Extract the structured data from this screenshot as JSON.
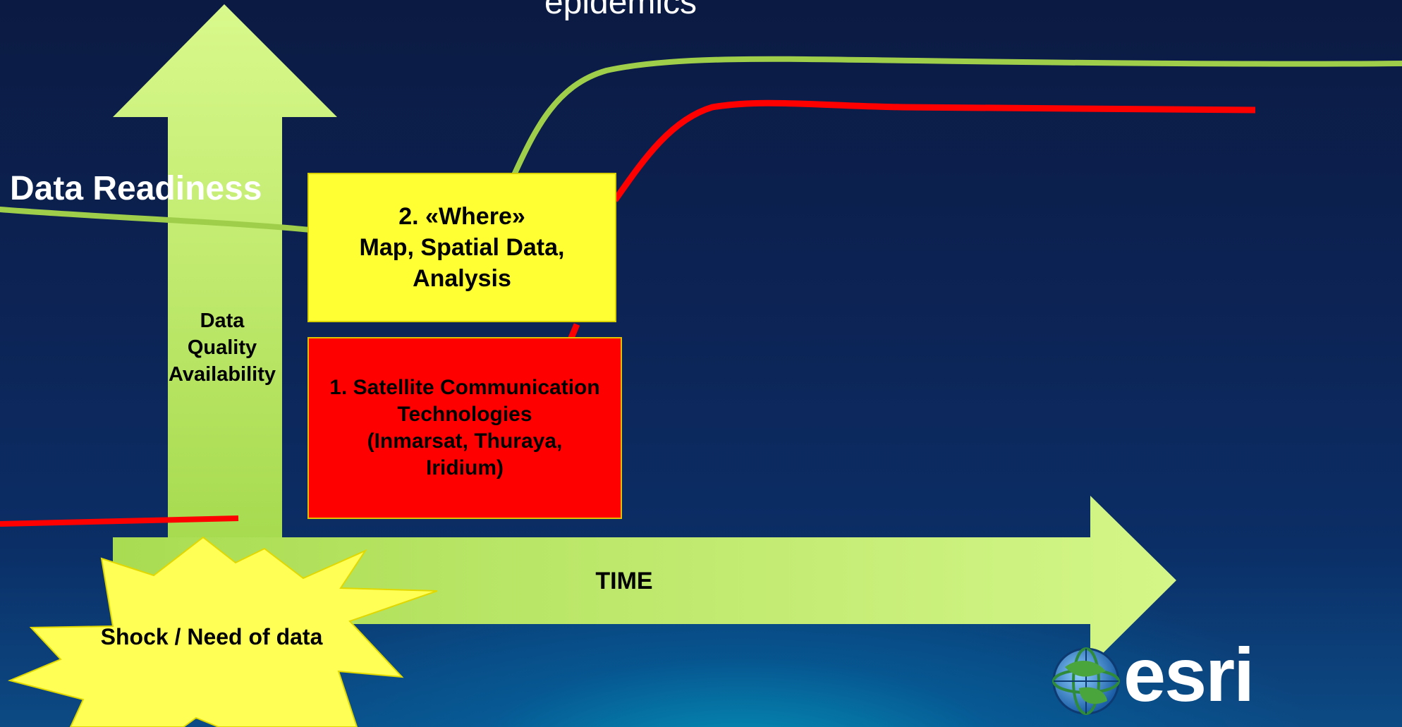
{
  "title_fragment": "epidemics",
  "axis": {
    "y_label": "Data Readiness",
    "y_sublabel": [
      "Data",
      "Quality",
      "Availability"
    ],
    "x_label": "TIME"
  },
  "shock_label": "Shock / Need of data",
  "boxes": {
    "where": {
      "lines": [
        "2. «Where»",
        "Map, Spatial Data,",
        "Analysis"
      ],
      "color": "#ffff33"
    },
    "satellite": {
      "lines": [
        "1. Satellite Communication",
        "Technologies",
        "(Inmarsat, Thuraya,",
        "Iridium)"
      ],
      "color": "#ff0000"
    }
  },
  "curves": {
    "green_color": "#9fcf4a",
    "red_color": "#ff0000"
  },
  "logo": {
    "text": "esri",
    "icon": "globe-icon"
  }
}
